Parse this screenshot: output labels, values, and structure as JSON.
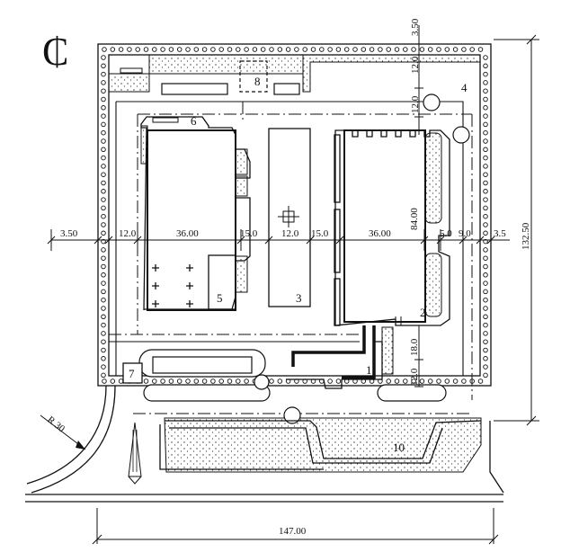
{
  "symbol": "₵",
  "dimensions": {
    "top_setback": "3.50",
    "top_12": "12.0",
    "top_12b": "12.0",
    "left_setback": "3.50",
    "span_12_left": "12.0",
    "span_36_left": "36.00",
    "span_15_a": "15.0",
    "span_12_mid": "12.0",
    "span_15_b": "15.0",
    "span_36_right": "36.00",
    "span_5_right": "5.0",
    "span_9_right": "9.0",
    "right_setback": "3.5",
    "height_84": "84.00",
    "height_18": "18.0",
    "height_12_bottom": "12.0",
    "total_height": "132.50",
    "total_width": "147.00",
    "radius": "R 30"
  },
  "labels": {
    "l1": "1",
    "l2": "2",
    "l3": "3",
    "l4": "4",
    "l5": "5",
    "l6": "6",
    "l7": "7",
    "l8": "8",
    "l10": "10"
  },
  "colors": {
    "ink": "#111111",
    "background": "#ffffff"
  }
}
